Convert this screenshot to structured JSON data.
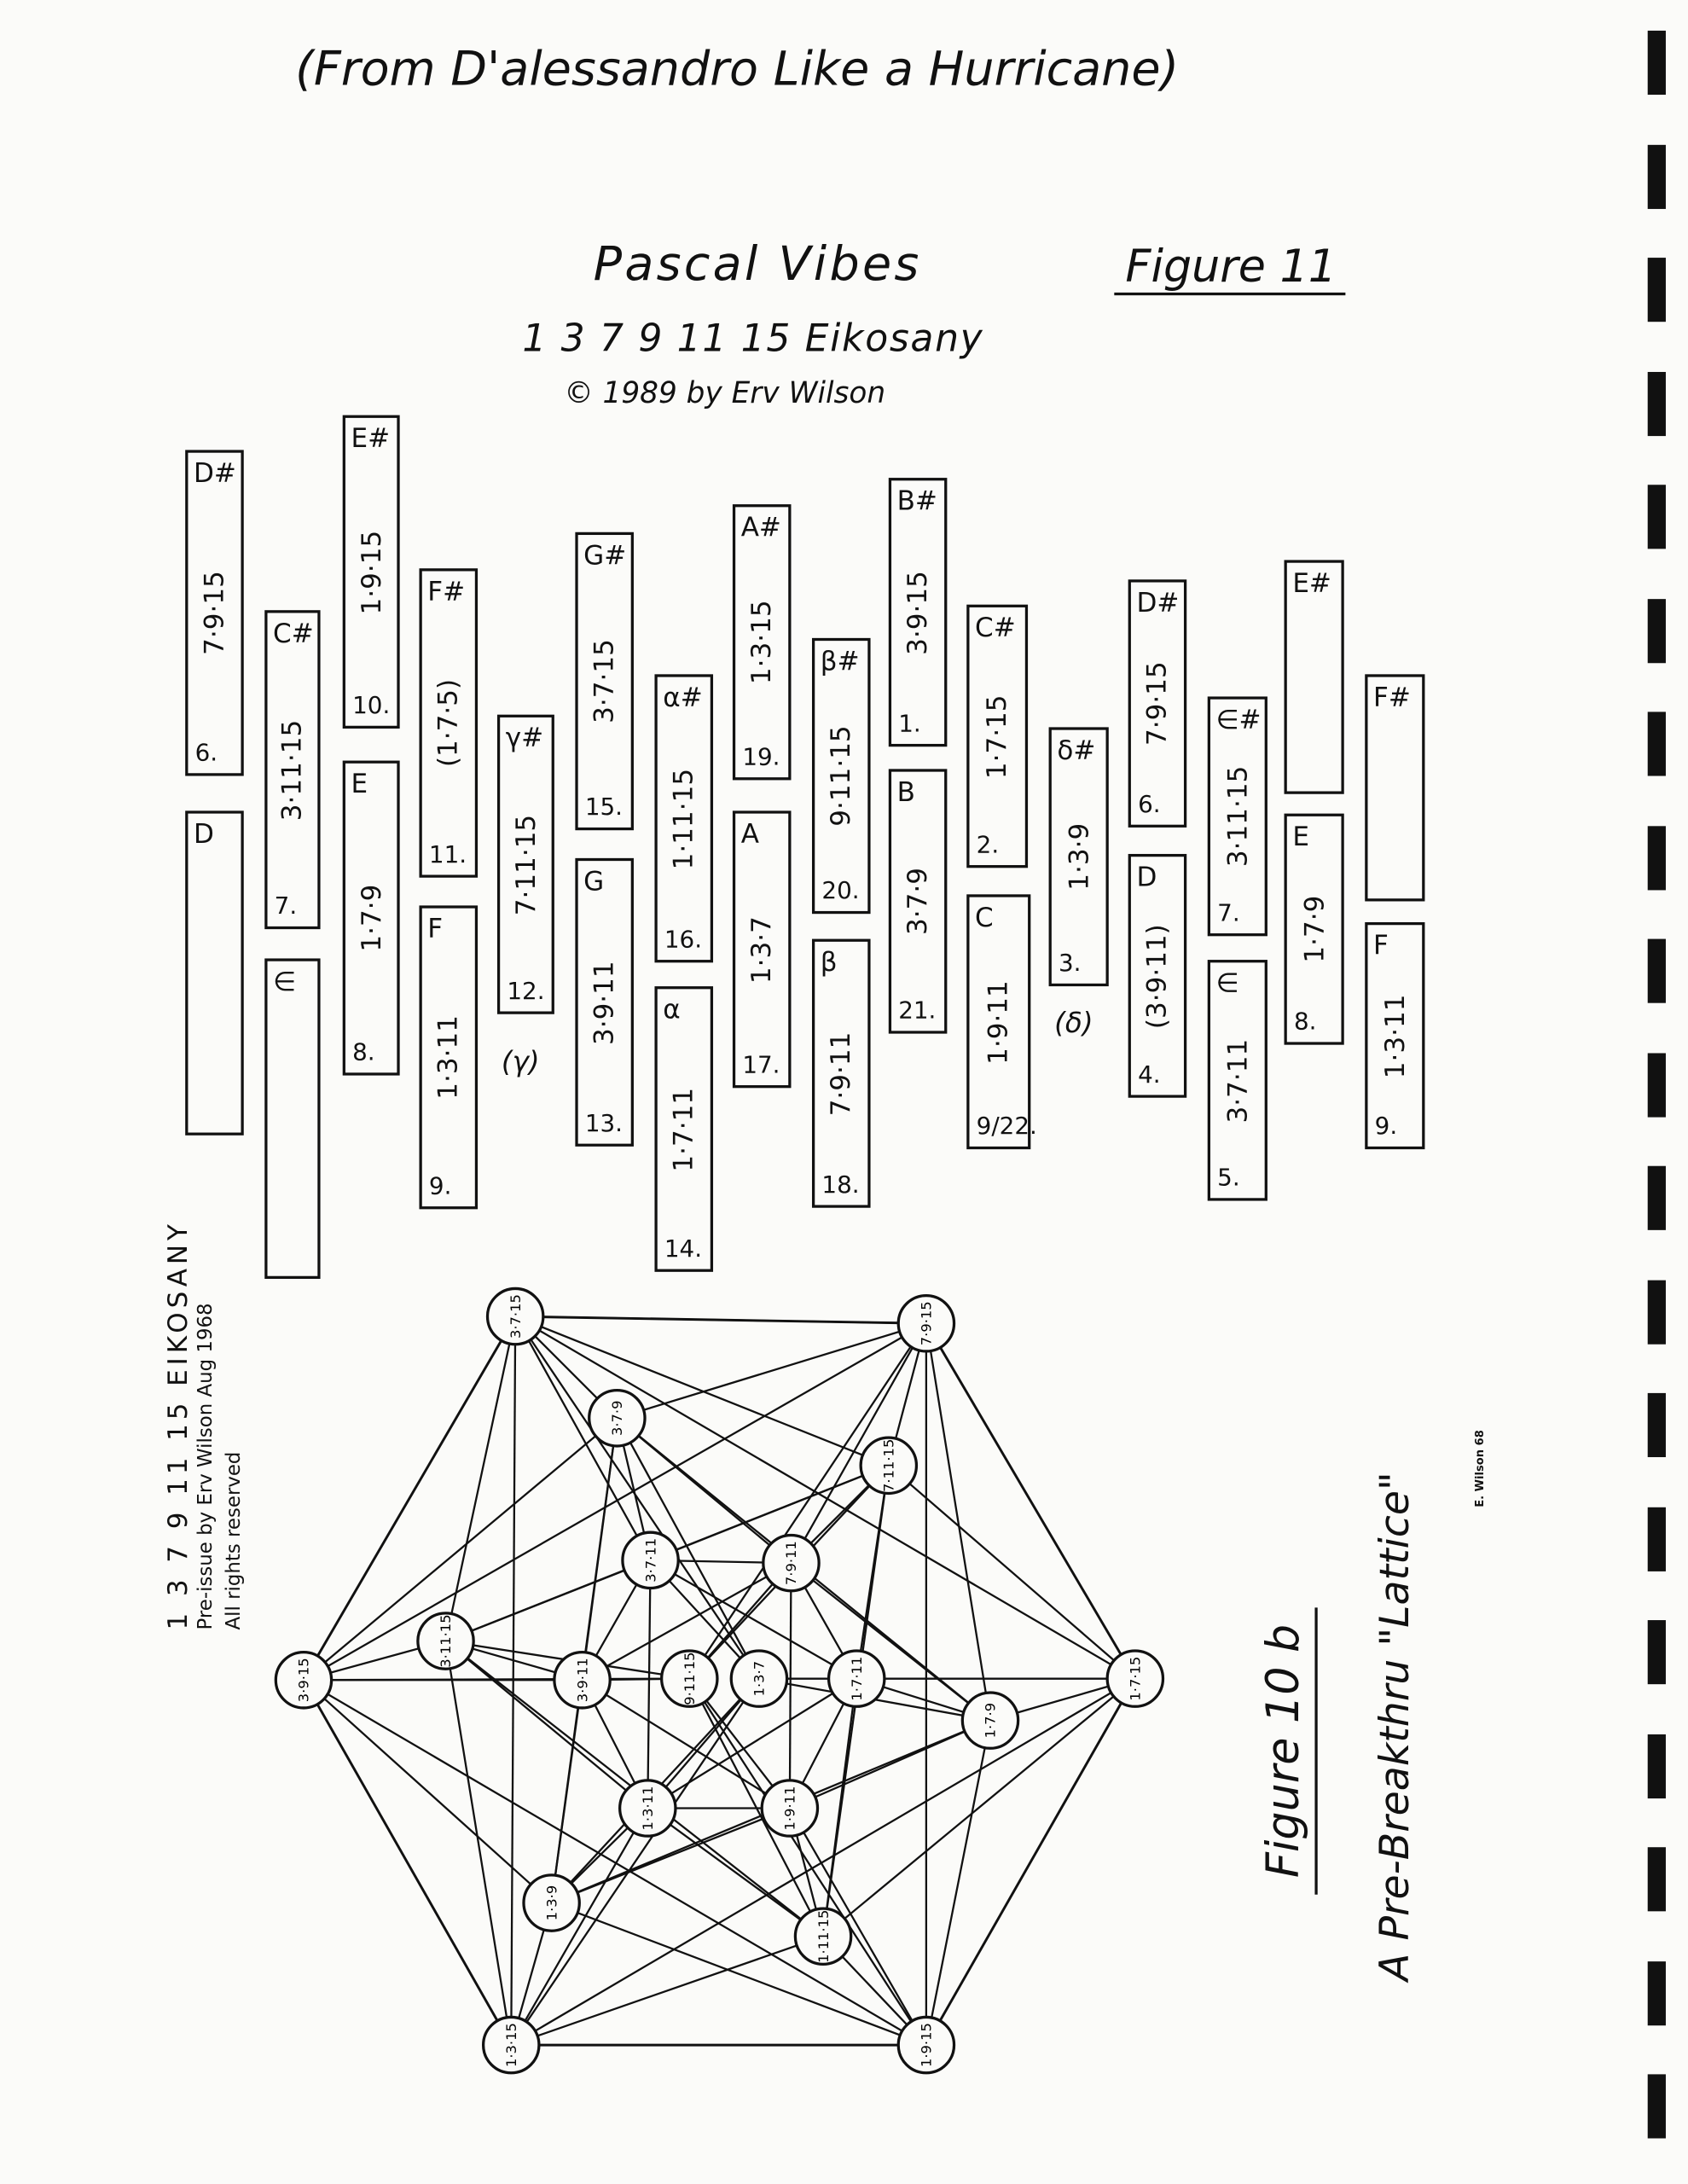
{
  "header": {
    "source_note": "(From D'alessandro Like a Hurricane)",
    "title": "Pascal Vibes",
    "figure_label": "Figure 11",
    "subtitle": "1 3 7 9 11 15 Eikosany",
    "copyright": "© 1989 by Erv Wilson"
  },
  "vibes": {
    "bars": [
      {
        "note": "D#",
        "ratio": "7·9·15",
        "number": "6."
      },
      {
        "note": "D",
        "ratio": "",
        "number": ""
      },
      {
        "note": "C#",
        "ratio": "3·11·15",
        "number": "7."
      },
      {
        "note": "∈",
        "ratio": "",
        "number": ""
      },
      {
        "note": "E#",
        "ratio": "1·9·15",
        "number": "10."
      },
      {
        "note": "E",
        "ratio": "1·7·9",
        "number": "8."
      },
      {
        "note": "F#",
        "ratio": "(1·7·5)",
        "number": "11."
      },
      {
        "note": "F",
        "ratio": "1·3·11",
        "number": "9."
      },
      {
        "note": "γ#",
        "ratio": "7·11·15",
        "number": "12."
      },
      {
        "note": "G#",
        "ratio": "3·7·15",
        "number": "15."
      },
      {
        "note": "G",
        "ratio": "3·9·11",
        "number": "13."
      },
      {
        "note": "α#",
        "ratio": "1·11·15",
        "number": "16."
      },
      {
        "note": "α",
        "ratio": "1·7·11",
        "number": "14."
      },
      {
        "note": "A#",
        "ratio": "1·3·15",
        "number": "19."
      },
      {
        "note": "A",
        "ratio": "1·3·7",
        "number": "17."
      },
      {
        "note": "β#",
        "ratio": "9·11·15",
        "number": "20."
      },
      {
        "note": "β",
        "ratio": "7·9·11",
        "number": "18."
      },
      {
        "note": "B#",
        "ratio": "3·9·15",
        "number": "1."
      },
      {
        "note": "B",
        "ratio": "3·7·9",
        "number": "21."
      },
      {
        "note": "C#",
        "ratio": "1·7·15",
        "number": "2."
      },
      {
        "note": "C",
        "ratio": "1·9·11",
        "number": "9/22."
      },
      {
        "note": "δ#",
        "ratio": "1·3·9",
        "number": "3."
      },
      {
        "note": "D#",
        "ratio": "7·9·15",
        "number": "6."
      },
      {
        "note": "D",
        "ratio": "(3·9·11)",
        "number": "4."
      },
      {
        "note": "∈#",
        "ratio": "3·11·15",
        "number": "7."
      },
      {
        "note": "∈",
        "ratio": "3·7·11",
        "number": "5."
      },
      {
        "note": "E#",
        "ratio": "",
        "number": ""
      },
      {
        "note": "E",
        "ratio": "1·7·9",
        "number": "8."
      },
      {
        "note": "F#",
        "ratio": "",
        "number": ""
      },
      {
        "note": "F",
        "ratio": "1·3·11",
        "number": "9."
      }
    ],
    "gamma_label": "(γ)",
    "delta_label": "(δ)"
  },
  "lattice": {
    "caption_line1": "1 3 7 9 11 15 EIKOSANY",
    "caption_line2": "Pre-issue by Erv Wilson Aug 1968",
    "caption_line3": "All rights reserved",
    "figure_label": "Figure 10 b",
    "figure_caption": "A Pre-Breakthru \"Lattice\"",
    "signature": "E. Wilson 68",
    "nodes": [
      "3·7·15",
      "7·9·15",
      "3·7·9",
      "7·11·15",
      "3·7·11",
      "7·9·11",
      "3·11·15",
      "3·9·15",
      "3·9·11",
      "9·11·15",
      "1·3·7",
      "1·7·11",
      "1·7·9",
      "1·7·15",
      "1·3·11",
      "1·9·11",
      "1·3·9",
      "1·11·15",
      "1·3·15",
      "1·9·15"
    ]
  }
}
